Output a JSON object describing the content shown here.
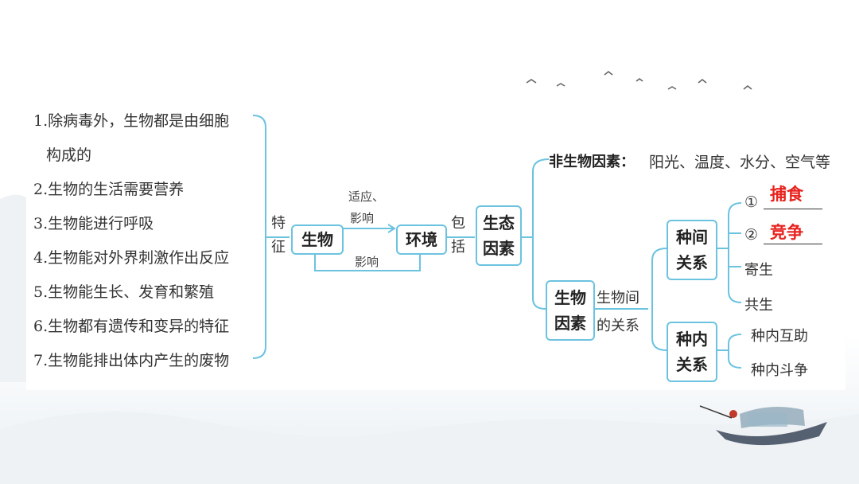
{
  "features": [
    "1.除病毒外，生物都是由细胞",
    "构成的",
    "2.生物的生活需要营养",
    "3.生物能进行呼吸",
    "4.生物能对外界刺激作出反应",
    "5.生物能生长、发育和繁殖",
    "6.生物都有遗传和变异的特征",
    "7.生物能排出体内产生的废物"
  ],
  "feature_label": [
    "特",
    "征"
  ],
  "organism": "生物",
  "environment": "环境",
  "adapt_label": [
    "适应、",
    "影响"
  ],
  "influence_label": "影响",
  "include_label": [
    "包",
    "括"
  ],
  "eco_factor": [
    "生态",
    "因素"
  ],
  "abiotic": {
    "title": "非生物因素：",
    "items": "阳光、温度、水分、空气等"
  },
  "biotic": [
    "生物",
    "因素"
  ],
  "relation_label": [
    "生物间",
    "的关系"
  ],
  "interspecies": [
    "种间",
    "关系"
  ],
  "interspecies_items": {
    "circle1": "①",
    "answer1": "捕食",
    "circle2": "②",
    "answer2": "竞争",
    "item3": "寄生",
    "item4": "共生"
  },
  "intraspecies": [
    "种内",
    "关系"
  ],
  "intraspecies_items": [
    "种内互助",
    "种内斗争"
  ],
  "colors": {
    "line": "#6cc3e0",
    "answer": "#e8221e"
  }
}
